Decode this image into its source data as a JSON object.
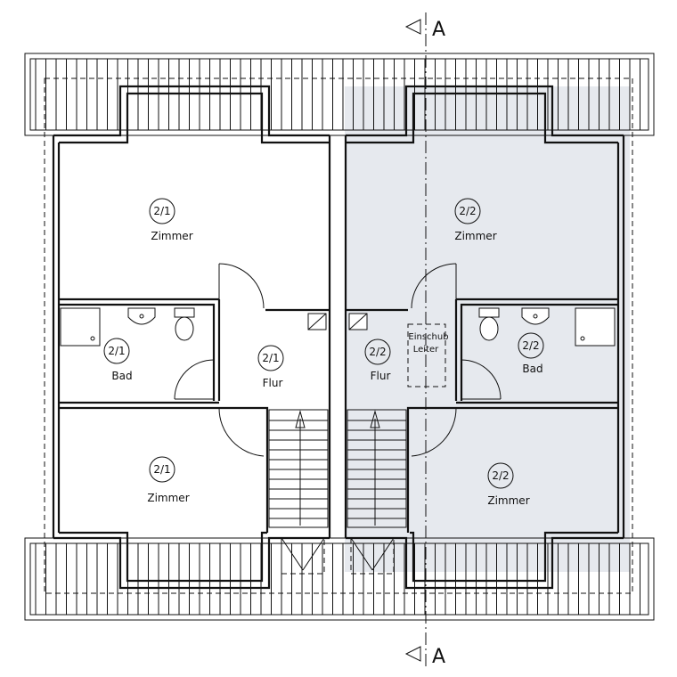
{
  "section_marker": {
    "letter": "A"
  },
  "rooms": [
    {
      "number": "2/1",
      "name": "Zimmer"
    },
    {
      "number": "2/2",
      "name": "Zimmer"
    },
    {
      "number": "2/1",
      "name": "Bad"
    },
    {
      "number": "2/1",
      "name": "Flur"
    },
    {
      "number": "2/2",
      "name": "Flur"
    },
    {
      "number": "2/2",
      "name": "Bad"
    },
    {
      "number": "2/1",
      "name": "Zimmer"
    },
    {
      "number": "2/2",
      "name": "Zimmer"
    }
  ],
  "hatch": {
    "line1": "Einschub",
    "line2": "Leiter"
  }
}
